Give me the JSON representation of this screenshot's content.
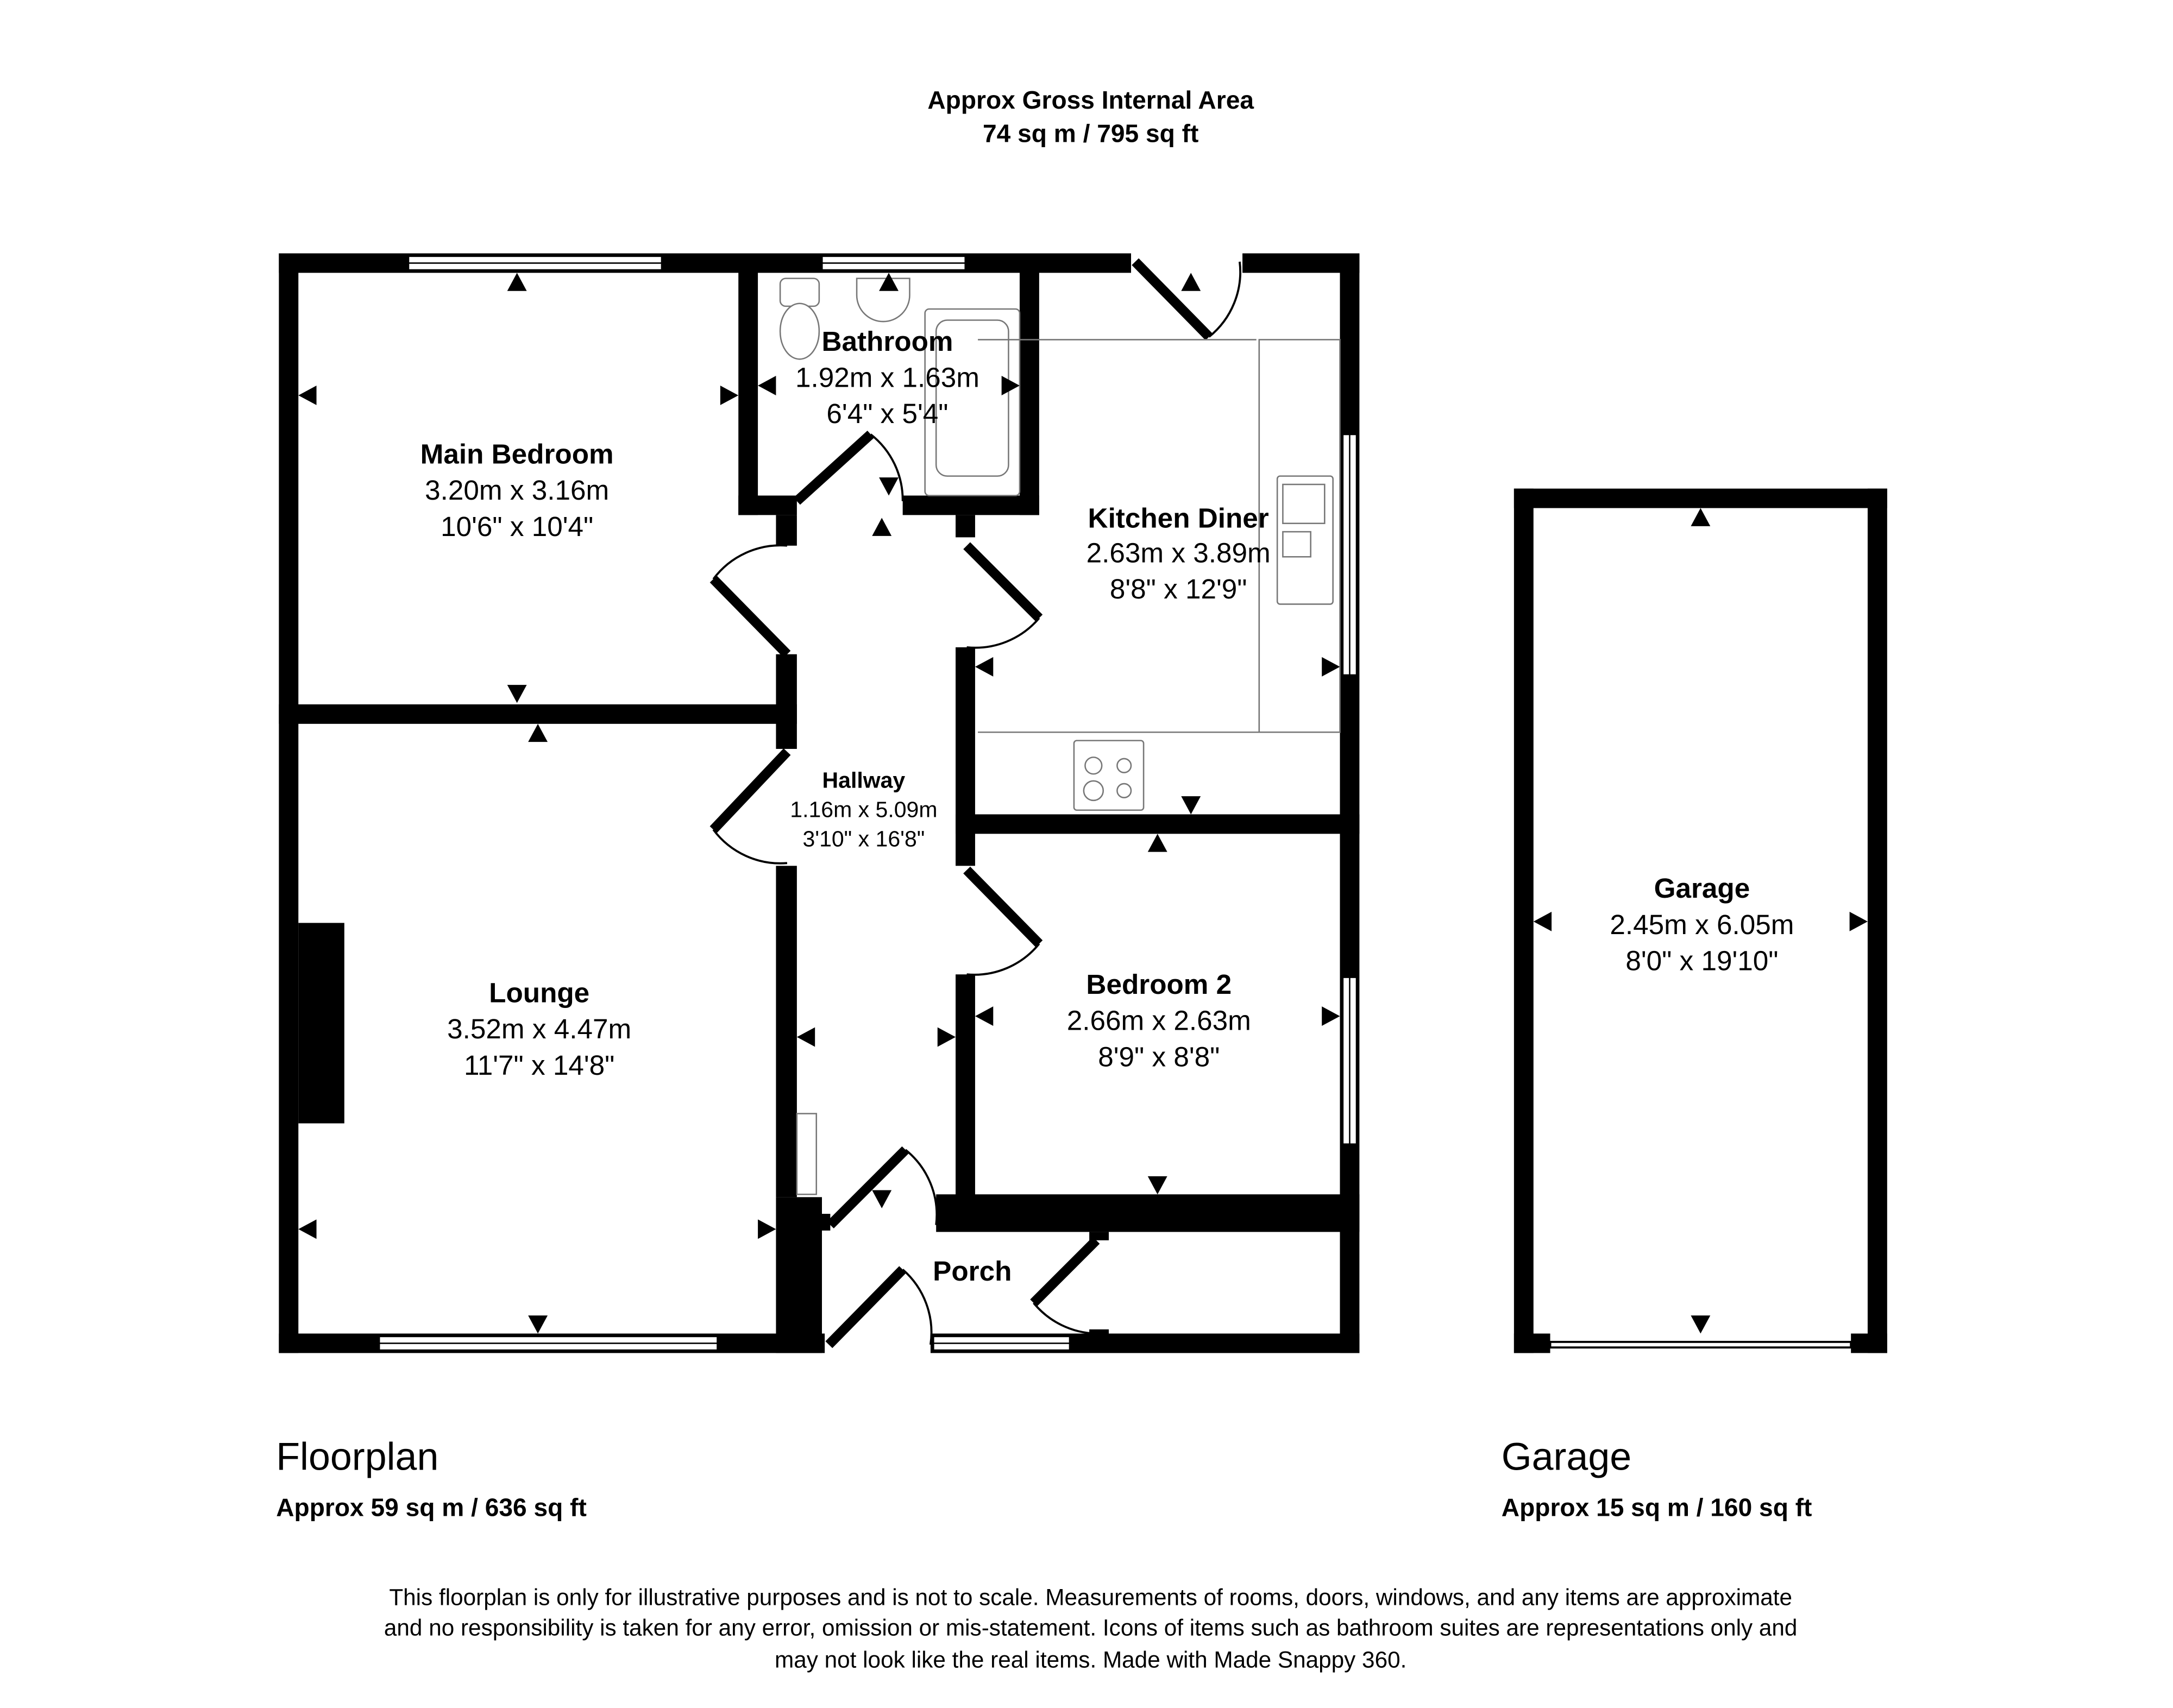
{
  "header": {
    "title": "Approx Gross Internal Area",
    "area": "74 sq m / 795 sq ft"
  },
  "rooms": [
    {
      "name": "Main Bedroom",
      "metric": "3.20m x 3.16m",
      "imperial": "10'6\" x 10'4\""
    },
    {
      "name": "Bathroom",
      "metric": "1.92m x 1.63m",
      "imperial": "6'4\" x 5'4\""
    },
    {
      "name": "Kitchen Diner",
      "metric": "2.63m x 3.89m",
      "imperial": "8'8\" x 12'9\""
    },
    {
      "name": "Hallway",
      "metric": "1.16m x 5.09m",
      "imperial": "3'10\" x 16'8\""
    },
    {
      "name": "Lounge",
      "metric": "3.52m x 4.47m",
      "imperial": "11'7\" x 14'8\""
    },
    {
      "name": "Bedroom 2",
      "metric": "2.66m x 2.63m",
      "imperial": "8'9\" x 8'8\""
    },
    {
      "name": "Porch"
    },
    {
      "name": "Garage",
      "metric": "2.45m x 6.05m",
      "imperial": "8'0\" x 19'10\""
    }
  ],
  "floors": [
    {
      "label": "Floorplan",
      "area": "Approx 59 sq m / 636 sq ft"
    },
    {
      "label": "Garage",
      "area": "Approx 15 sq m / 160 sq ft"
    }
  ],
  "disclaimer": [
    "This floorplan is only for illustrative purposes and is not to scale. Measurements of rooms, doors, windows, and any items are approximate",
    "and no responsibility is taken for any error, omission or mis-statement. Icons of items such as bathroom suites are representations only and",
    "may not look like the real items. Made with Made Snappy 360."
  ]
}
